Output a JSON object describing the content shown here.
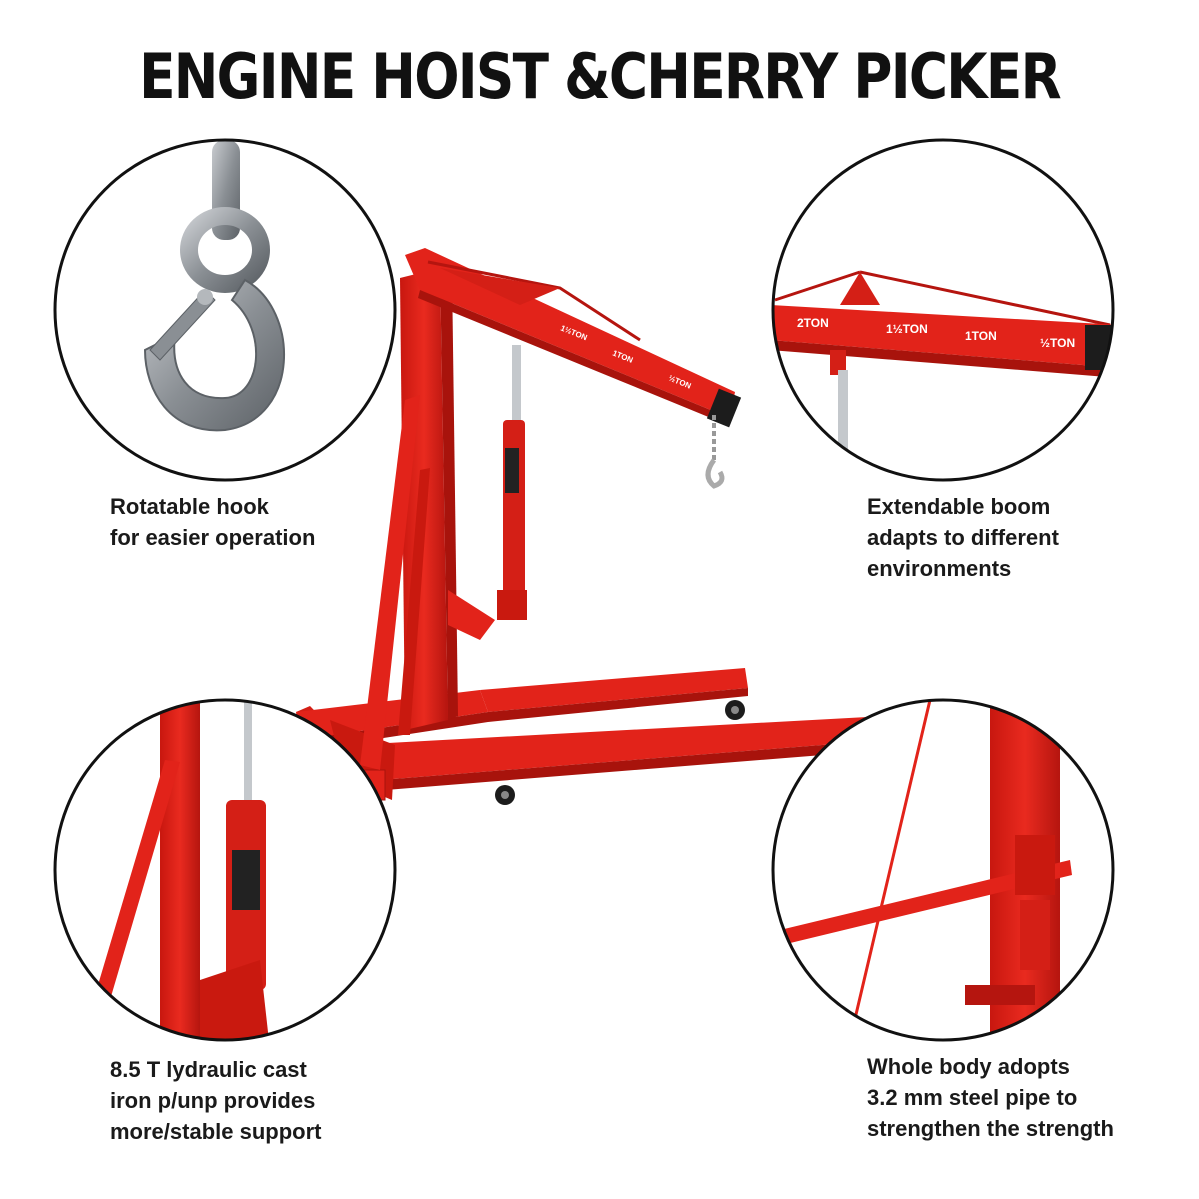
{
  "title": "ENGINE HOIST &CHERRY PICKER",
  "callouts": {
    "hook": {
      "line1": "Rotatable hook",
      "line2": "for easier operation"
    },
    "boom": {
      "line1": "Extendable boom",
      "line2": "adapts to different",
      "line3": "environments"
    },
    "pump": {
      "line1": "8.5 T lydraulic cast",
      "line2": "iron p/unp provides",
      "line3": "more/stable support"
    },
    "pipe": {
      "line1": "Whole body adopts",
      "line2": "3.2 mm steel pipe to",
      "line3": "strengthen the strength"
    }
  },
  "boom_markings": {
    "zoom": [
      "2TON",
      "1½TON",
      "1TON",
      "½TON"
    ],
    "main": [
      "1½TON",
      "1TON",
      "½TON"
    ]
  },
  "colors": {
    "frame_red": "#e2231a",
    "frame_dark_red": "#b5150f",
    "metal": "#8a8f94",
    "caster_black": "#1c1c1c",
    "circle_stroke": "#111111"
  },
  "icons": {
    "hook": "hook-icon",
    "caster": "caster-wheel-icon"
  }
}
